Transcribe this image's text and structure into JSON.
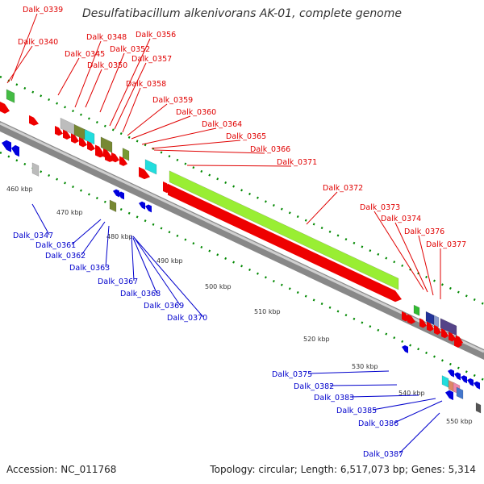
{
  "title": "Desulfatibacillum alkenivorans AK-01, complete genome",
  "accession_label": "Accession: NC_011768",
  "summary_label": "Topology: circular; Length: 6,517,073 bp; Genes: 5,314",
  "colors": {
    "forward_label": "#e00000",
    "reverse_label": "#0000cc",
    "tick": "#008800",
    "backbone": "#888888"
  },
  "ticks": [
    "460 kbp",
    "470 kbp",
    "480 kbp",
    "490 kbp",
    "500 kbp",
    "510 kbp",
    "520 kbp",
    "530 kbp",
    "540 kbp",
    "550 kbp"
  ],
  "forward_genes": [
    "Dalk_0339",
    "Dalk_0340",
    "Dalk_0345",
    "Dalk_0348",
    "Dalk_0350",
    "Dalk_0352",
    "Dalk_0356",
    "Dalk_0357",
    "Dalk_0358",
    "Dalk_0359",
    "Dalk_0360",
    "Dalk_0364",
    "Dalk_0365",
    "Dalk_0366",
    "Dalk_0371",
    "Dalk_0372",
    "Dalk_0373",
    "Dalk_0374",
    "Dalk_0376",
    "Dalk_0377"
  ],
  "reverse_genes": [
    "Dalk_0347",
    "Dalk_0361",
    "Dalk_0362",
    "Dalk_0363",
    "Dalk_0367",
    "Dalk_0368",
    "Dalk_0369",
    "Dalk_0370",
    "Dalk_0375",
    "Dalk_0382",
    "Dalk_0383",
    "Dalk_0385",
    "Dalk_0386",
    "Dalk_0387"
  ]
}
